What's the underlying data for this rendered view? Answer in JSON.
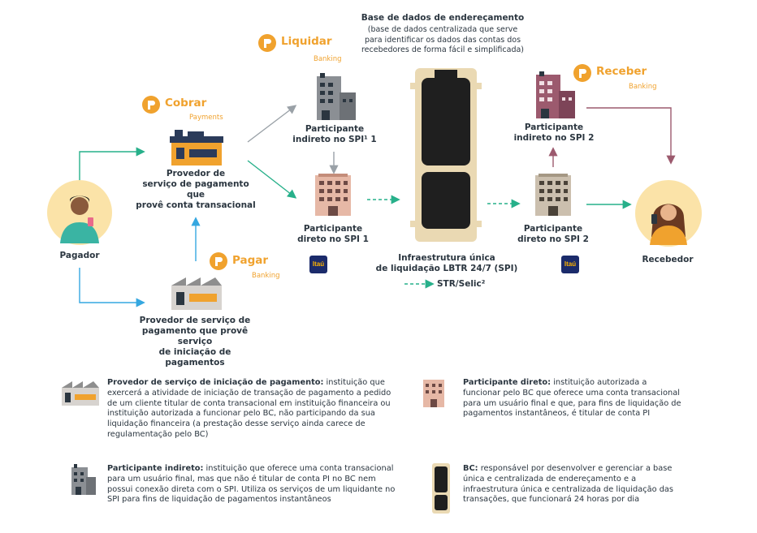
{
  "brands": {
    "liquidar": {
      "name": "Liquidar",
      "sub": "Banking"
    },
    "cobrar": {
      "name": "Cobrar",
      "sub": "Payments"
    },
    "pagar": {
      "name": "Pagar",
      "sub": "Banking"
    },
    "receber": {
      "name": "Receber",
      "sub": "Banking"
    }
  },
  "nodes": {
    "pagador": "Pagador",
    "recebedor": "Recebedor",
    "provedor_transacional": "Provedor de\nserviço de pagamento que\nprovê conta transacional",
    "provedor_iniciacao": "Provedor de serviço de\npagamento que provê serviço\nde iniciação de pagamentos",
    "indireto1": "Participante\nindireto no SPI¹ 1",
    "direto1": "Participante\ndireto no SPI 1",
    "indireto2": "Participante\nindireto no SPI 2",
    "direto2": "Participante\ndireto no SPI 2",
    "infra": "Infraestrutura única\nde liquidação LBTR 24/7 (SPI)",
    "str": "STR/Selic²",
    "itau_label": "Itaú"
  },
  "base": {
    "title": "Base de dados de endereçamento",
    "desc": "(base de dados centralizada que serve\npara identificar os dados das contas dos\nrecebedores de forma fácil e simplificada)"
  },
  "legend": {
    "iniciacao": {
      "term": "Provedor de serviço de iniciação de pagamento:",
      "text": " instituição que exercerá a atividade de iniciação de transação de pagamento a pedido de um cliente titular de conta transacional em instituição financeira ou instituição autorizada a funcionar pelo BC, não participando da sua liquidação financeira (a prestação desse serviço ainda carece de regulamentação pelo BC)"
    },
    "indireto": {
      "term": "Participante indireto:",
      "text": " instituição que oferece uma conta transacional para um usuário final, mas que não é titular de conta PI no BC nem possui conexão direta com o SPI. Utiliza os serviços de um liquidante no SPI para fins de liquidação de pagamentos instantâneos"
    },
    "direto": {
      "term": "Participante direto:",
      "text": " instituição autorizada a funcionar pelo BC que oferece uma conta transacional para um usuário final e que, para fins de liquidação de pagamentos instantâneos, é titular de conta PI"
    },
    "bc": {
      "term": "BC:",
      "text": " responsável por desenvolver e gerenciar a base única e centralizada de endereçamento e a infraestrutura única e centralizada de liquidação das transações, que funcionará 24 horas por dia"
    }
  },
  "colors": {
    "accent": "#f0a22e",
    "green": "#27b08a",
    "blue": "#35a7e0",
    "gray": "#9aa1a7",
    "maroon": "#9c5a6e"
  }
}
